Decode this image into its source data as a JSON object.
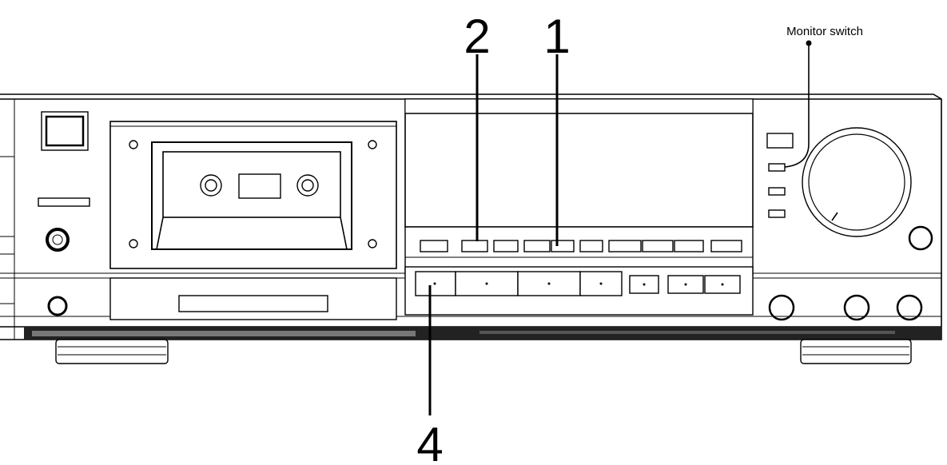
{
  "callouts": {
    "label_1": "1",
    "label_2": "2",
    "label_4": "4",
    "monitor_switch": "Monitor switch"
  },
  "colors": {
    "line": "#000000",
    "background": "#ffffff"
  }
}
